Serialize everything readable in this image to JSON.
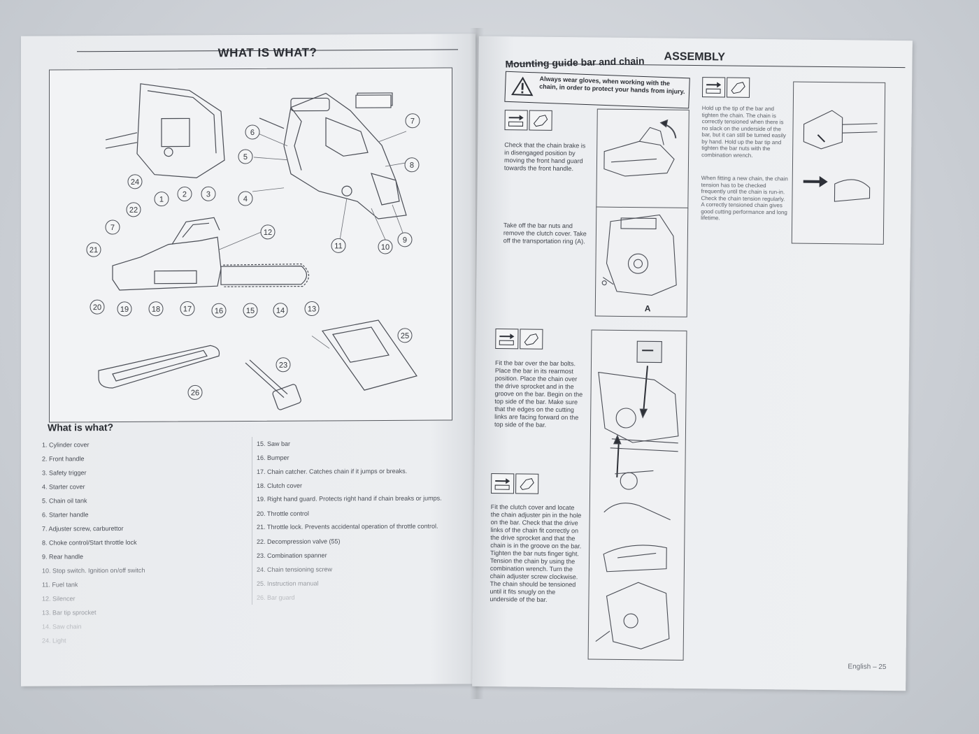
{
  "left_page": {
    "title": "WHAT IS WHAT?",
    "list_heading": "What is what?",
    "callouts": [
      "1",
      "2",
      "3",
      "4",
      "5",
      "6",
      "7",
      "8",
      "9",
      "10",
      "11",
      "12",
      "13",
      "14",
      "15",
      "16",
      "17",
      "18",
      "19",
      "20",
      "21",
      "22",
      "23",
      "24",
      "25",
      "26"
    ],
    "list_left": [
      "1. Cylinder cover",
      "2. Front handle",
      "3. Safety trigger",
      "4. Starter cover",
      "5. Chain oil tank",
      "6. Starter handle",
      "7. Adjuster screw, carburettor",
      "8. Choke control/Start throttle lock",
      "9. Rear handle",
      "10. Stop switch. Ignition on/off switch",
      "11. Fuel tank",
      "12. Silencer",
      "13. Bar tip sprocket",
      "14. Saw chain",
      "24. Light"
    ],
    "list_right": [
      "15. Saw bar",
      "16. Bumper",
      "17. Chain catcher. Catches chain if it jumps or breaks.",
      "18. Clutch cover",
      "19. Right hand guard. Protects right hand if chain breaks or jumps.",
      "20. Throttle control",
      "21. Throttle lock. Prevents accidental operation of throttle control.",
      "22. Decompression valve (55)",
      "23. Combination spanner",
      "24. Chain tensioning screw",
      "25. Instruction manual",
      "26. Bar guard"
    ]
  },
  "right_page": {
    "title": "ASSEMBLY",
    "subtitle": "Mounting guide bar and chain",
    "warning": "Always wear gloves, when working with the chain, in order to protect your hands from injury.",
    "steps": [
      "Check that the chain brake is in disengaged position by moving the front hand guard towards the front handle.",
      "Take off the bar nuts and remove the clutch cover. Take off the transportation ring (A).",
      "Fit the bar over the bar bolts. Place the bar in its rearmost position. Place the chain over the drive sprocket and in the groove on the bar. Begin on the top side of the bar. Make sure that the edges on the cutting links are facing forward on the top side of the bar.",
      "Fit the clutch cover and locate the chain adjuster pin in the hole on the bar. Check that the drive links of the chain fit correctly on the drive sprocket and that the chain is in the groove on the bar. Tighten the bar nuts finger tight. Tension the chain by using the combination wrench. Turn the chain adjuster screw clockwise. The chain should be tensioned until it fits snugly on the underside of the bar."
    ],
    "side_steps": [
      "Hold up the tip of the bar and tighten the chain. The chain is correctly tensioned when there is no slack on the underside of the bar, but it can still be turned easily by hand. Hold up the bar tip and tighten the bar nuts with the combination wrench.",
      "When fitting a new chain, the chain tension has to be checked frequently until the chain is run-in. Check the chain tension regularly. A correctly tensioned chain gives good cutting performance and long lifetime."
    ],
    "figure_label": "A",
    "footer": "English – 25"
  },
  "colors": {
    "ink": "#2a2d33",
    "paper": "#eceef0",
    "line": "#55585e"
  }
}
